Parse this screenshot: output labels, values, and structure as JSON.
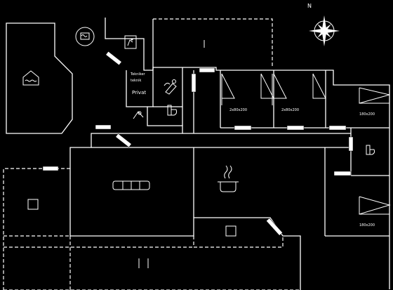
{
  "compass": {
    "north_label": "N"
  },
  "beds": {
    "room1": "2x80x200",
    "room2": "2x80x200",
    "room3": "180x200",
    "room4": "180x200"
  },
  "sauna_sign": {
    "line1": "Tekniker",
    "line2": "teknik",
    "line3": "Privat"
  },
  "colors": {
    "background": "#000000",
    "lines": "#ffffff"
  }
}
